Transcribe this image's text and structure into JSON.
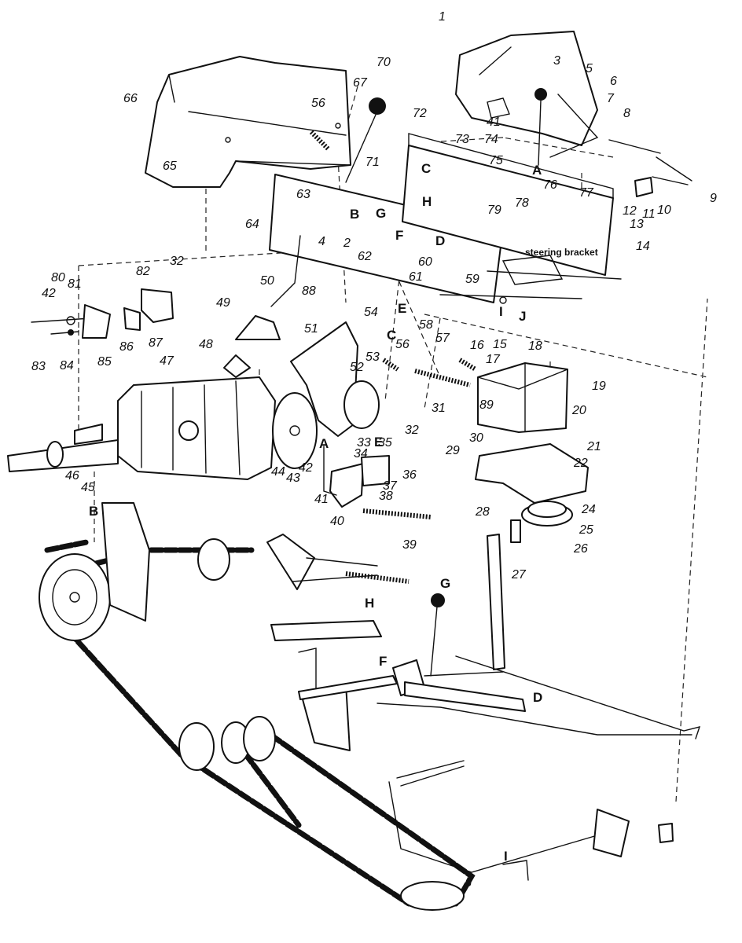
{
  "caption": "steering bracket",
  "part_numbers": [
    "1",
    "2",
    "3",
    "4",
    "5",
    "6",
    "7",
    "8",
    "9",
    "10",
    "11",
    "12",
    "13",
    "14",
    "15",
    "16",
    "17",
    "18",
    "19",
    "20",
    "21",
    "22",
    "24",
    "25",
    "26",
    "27",
    "28",
    "29",
    "30",
    "31",
    "32",
    "33",
    "34",
    "35",
    "36",
    "37",
    "38",
    "39",
    "40",
    "41",
    "42",
    "43",
    "44",
    "45",
    "46",
    "47",
    "48",
    "49",
    "50",
    "51",
    "52",
    "53",
    "54",
    "56",
    "57",
    "58",
    "59",
    "60",
    "61",
    "62",
    "63",
    "64",
    "65",
    "66",
    "67",
    "70",
    "71",
    "72",
    "73",
    "74",
    "75",
    "76",
    "77",
    "78",
    "79",
    "80",
    "81",
    "82",
    "83",
    "84",
    "85",
    "86",
    "87",
    "88",
    "89"
  ],
  "reference_letters": [
    "A",
    "B",
    "C",
    "D",
    "E",
    "F",
    "G",
    "H",
    "I",
    "J"
  ]
}
